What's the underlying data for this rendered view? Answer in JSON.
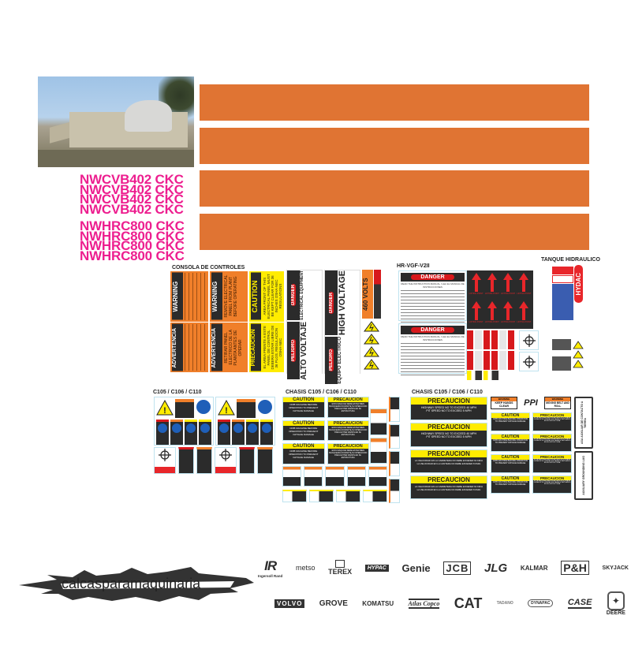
{
  "hero": {
    "photo_alt": "mobile-crusher-photo",
    "stripe_color": "#e07433",
    "stripes": 4
  },
  "models": {
    "group_a": [
      "NWCVB402 CKC",
      "NWCVB402 CKC",
      "NWCVB402 CKC",
      "NWCVB402 CKC"
    ],
    "group_b": [
      "NWHRC800 CKC",
      "NWHRC800 CKC",
      "NWHRC800 CKC",
      "NWHRC800 CKC"
    ],
    "color": "#ed1e8f"
  },
  "sections": {
    "consola": "CONSOLA DE CONTROLES",
    "hr": "HR-VGF-V2II",
    "tanque": "TANQUE HIDRAULICO",
    "c105": "C105 / C106 / C110",
    "chasis1": "CHASIS  C105 / C106 / C110",
    "chasis2": "CHASIS  C105 / C106 / C110"
  },
  "consola_decals": {
    "warning": "WARNING",
    "advertencia": "ADVERTENCIA",
    "caution": "CAUTION",
    "precaucion": "PRECAUCION",
    "remove_panel": "REMOVE ELECTRICAL PANEL FROM PLANT BEFORE OPERATING",
    "retirar_panel": "RETIRAR PANEL ELECTRICO DE LA PLANTA ANTES DE OPERAR",
    "area_front": "AREA FRONT OF THIS ELECTRICAL PANEL MUST BE KEPT CLEAR FOR 36 INCHES OSHA-NEC REGULATIONS",
    "area_es": "EL AREA FRENTE A ESTE PANEL DE CONTROL DEBERA ESTAR LIBRE DE 36 PLGS. REGULACION OSHA-NEC"
  },
  "voltage_decals": {
    "danger": "DANGER",
    "peligro": "PELIGRO",
    "electrical_equipment": "ELECTRICAL EQUIPMENT",
    "authorized_only": "AUTHORIZED PERSONNEL ONLY",
    "alto_voltaje": "ALTO VOLTAJE",
    "high_voltage": "HIGH VOLTAGE",
    "equipo_electrico": "EQUIPO ELECTRICO",
    "personal_autorizado": "PERSONAL AUTORIZADO SOLAMENTE",
    "volts": "460 VOLTS"
  },
  "hr_decals": {
    "danger": "DANGER",
    "subtitle": "READ THE INSTRUCTION MANUAL / LEA EL MANUAL DE INSTRUCCIONES"
  },
  "lifting": {
    "label": "LIFTING POINT",
    "count": 8
  },
  "tanque": {
    "brand": "HYDAC"
  },
  "chasis_decals": {
    "caution": "CAUTION",
    "precaucion": "PRECAUCION",
    "crib_machine": "CRIB MACHINE BEFORE OPERATION TO PREVENT FATIGUE DAMAGE",
    "crib_es": "ESTA MAQUINA DEBE ESTAR BIEN BLOQUEADA DURANTE SU OPERACION PARA EVITAR DAÑOS EN SU ESTRUCTURA",
    "highway": "HIGHWAY SPEED NO TO EXCEED 40 MPH",
    "pit": "PIT SPEED NO TO EXCEED 5 MPH",
    "velocidad1": "LA VELOCIDAD EN LA CARRETERA NO DEBE EXCEDER 64 KM/H",
    "velocidad2": "LA VELOCIDAD EN LA CANTERA NO DEBE EXCEDER 8 KM/H",
    "warning": "WARNING",
    "keep_hands": "KEEP HANDS CLEAR",
    "moving_belt": "MOVING BELT AND ROLL",
    "stand_clear": "Stand Clear",
    "ppi": "PPI",
    "tierra": "ASA AUXILIAR DE CONTACTO A TIERRA",
    "aux_ground": "AUXILIARY GROUNDING LUG"
  },
  "c105_decals": {
    "advertencia": "ADVERTENCIA",
    "peligro": "PELIGRO",
    "precaucion": "PRECAUCION"
  },
  "brand": {
    "name": "calcasparamaquinaria"
  },
  "logos": {
    "row1": [
      "IR",
      "metso",
      "TEREX",
      "HYPAC",
      "Genie",
      "JCB",
      "JLG",
      "KALMAR",
      "P&H",
      "SKYJACK"
    ],
    "ir_sub": "Ingersoll Rand",
    "row2": [
      "VOLVO",
      "GROVE",
      "KOMATSU",
      "Atlas Copco",
      "CAT",
      "TADANO",
      "DYNAPAC",
      "CASE",
      "DEERE"
    ]
  }
}
